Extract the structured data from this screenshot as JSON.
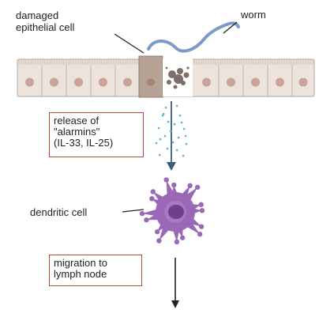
{
  "labels": {
    "damaged_cell": [
      "damaged",
      "epithelial cell"
    ],
    "worm": "worm",
    "release_box": [
      "release of",
      "\"alarmins\"",
      "(IL-33, IL-25)"
    ],
    "dendritic_cell": "dendritic cell",
    "migration_box": [
      "migration to",
      "lymph node"
    ]
  },
  "colors": {
    "epithelium_fill": "#ece3dc",
    "epithelium_stroke": "#bfb3a8",
    "nucleus": "#c9a49a",
    "worm": "#7e9ac8",
    "debris": "#7b6f69",
    "alarmin_dots": "#5fb4d6",
    "dendritic_cell": "#9a68b6",
    "dendritic_nucleus": "#6d3f8d",
    "box_border": "#b5473f",
    "arrow": "#222222"
  }
}
